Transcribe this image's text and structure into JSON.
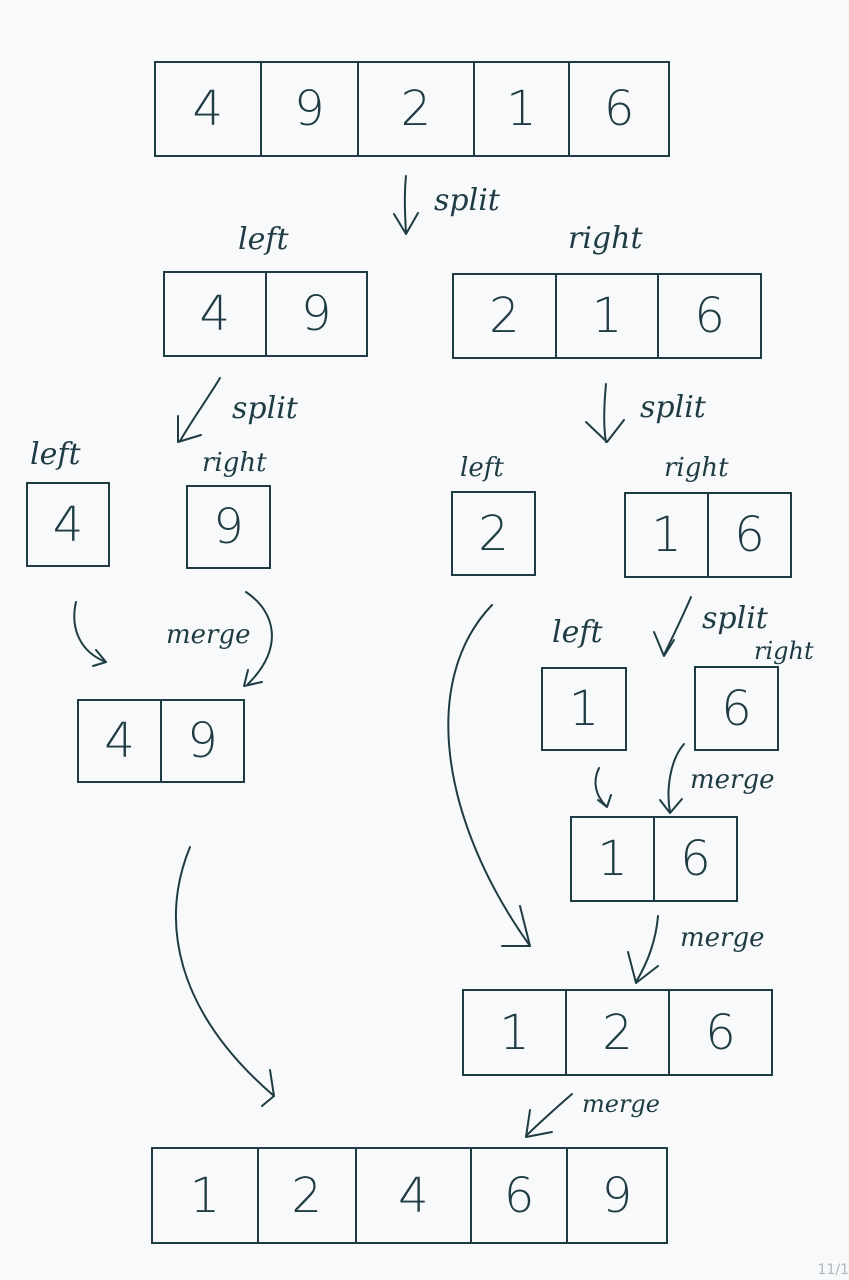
{
  "arrays": {
    "root": [
      "4",
      "9",
      "2",
      "1",
      "6"
    ],
    "l": [
      "4",
      "9"
    ],
    "r": [
      "2",
      "1",
      "6"
    ],
    "ll": [
      "4"
    ],
    "lr": [
      "9"
    ],
    "lmerged": [
      "4",
      "9"
    ],
    "rl": [
      "2"
    ],
    "rr": [
      "1",
      "6"
    ],
    "rrl": [
      "1"
    ],
    "rrr": [
      "6"
    ],
    "rrmerged": [
      "1",
      "6"
    ],
    "rmerged": [
      "1",
      "2",
      "6"
    ],
    "final": [
      "1",
      "2",
      "4",
      "6",
      "9"
    ]
  },
  "labels": {
    "split1": "split",
    "left1": "left",
    "right1": "right",
    "split2": "split",
    "split3": "split",
    "left2": "left",
    "right2": "right",
    "left3": "left",
    "right3": "right",
    "merge1": "merge",
    "left4": "left",
    "split4": "split",
    "right4": "right",
    "merge2": "merge",
    "merge3": "merge",
    "merge4": "merge"
  },
  "page_indicator": "11/1",
  "colors": {
    "ink": "#1f3c44",
    "paper": "#f7f9fa"
  }
}
